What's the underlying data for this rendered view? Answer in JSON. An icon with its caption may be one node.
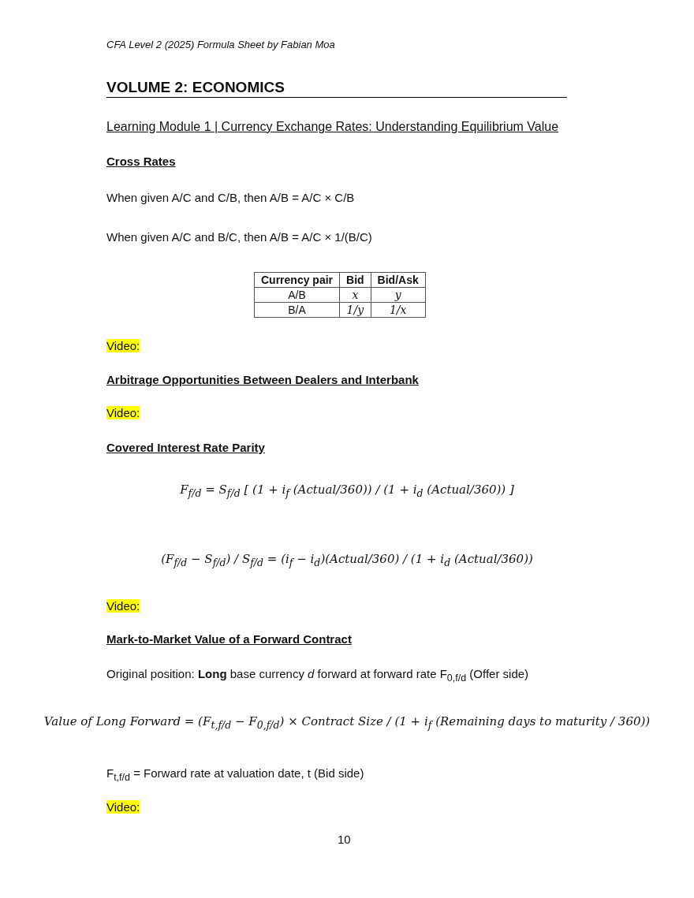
{
  "diagram": {
    "title": "VOLUME 2: ECONOMICS",
    "labels": [
      "CFA Level 2 (2025) Formula Sheet by Fabian Moa",
      "Learning Module 1 | Currency Exchange Rates: Understanding Equilibrium Value",
      "Cross Rates",
      "When given A/C and C/B, then A/B = A/C × C/B",
      "When given A/C and B/C, then A/B = A/C × 1/(B/C)",
      "Currency pair",
      "Bid",
      "Bid/Ask",
      "A/B",
      "x",
      "y",
      "B/A",
      "1/y",
      "1/x",
      "Video:",
      "Arbitrage Opportunities Between Dealers and Interbank",
      "Video:",
      "Covered Interest Rate Parity",
      "F$_{f/d}$ = S$_{f/d}$ [ (1 + i$_{f}$ (Actual/360)) / (1 + i$_{d}$ (Actual/360)) ]",
      "(F$_{f/d}$ − S$_{f/d}$) / S$_{f/d}$ = (i$_{f}$ − i$_{d}$)(Actual/360) / (1 + i$_{d}$ (Actual/360))",
      "Video:",
      "Mark-to-Market Value of a Forward Contract",
      "Original position: **Long** base currency *d* forward at forward rate F$_{0,f/d}$ (Offer side)",
      "Value of Long Forward = (F$_{t,f/d}$ − F$_{0,f/d}$) × Contract Size / (1 + i$_{f}$ (Remaining days to maturity / 360))",
      "F$_{t,f/d}$ = Forward rate at valuation date, t (Bid side)",
      "Video:",
      "10"
    ]
  }
}
